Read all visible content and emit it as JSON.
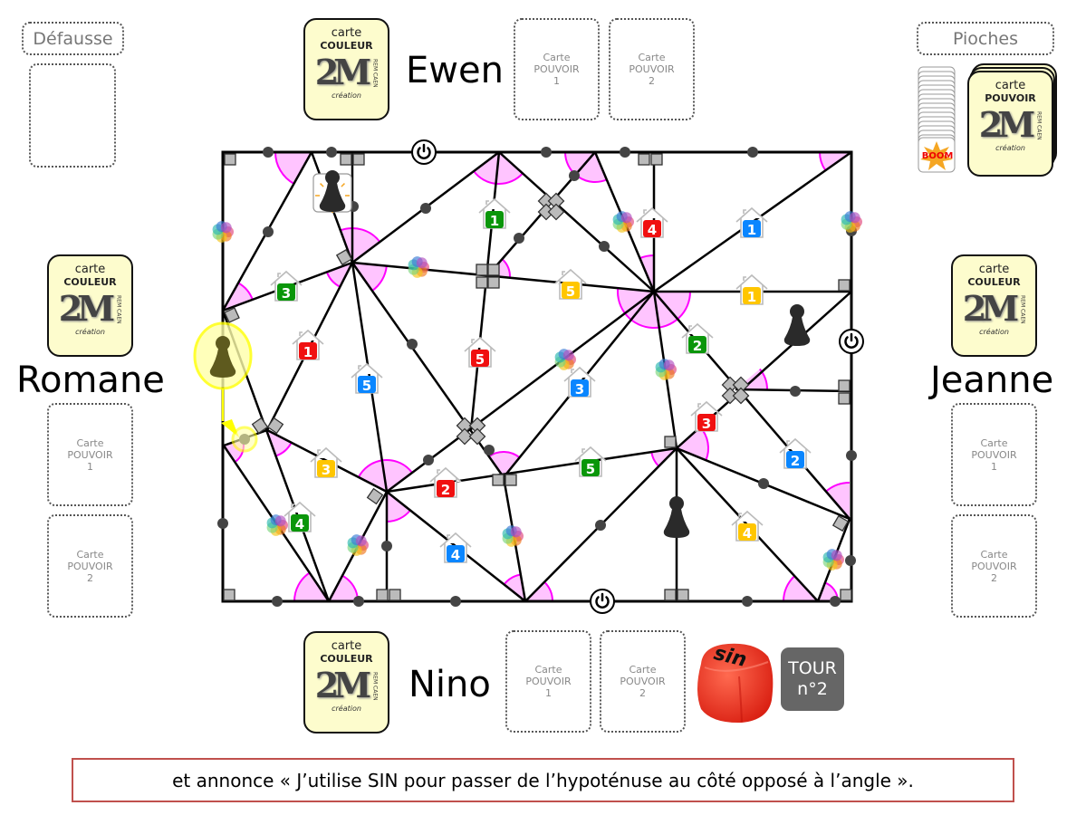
{
  "discard": {
    "label": "Défausse"
  },
  "draw_piles": {
    "label": "Pioches",
    "boom_label": "BOOM",
    "power_deck": {
      "line1": "carte",
      "line2": "POUVOIR"
    }
  },
  "card_logo": {
    "main": "2M",
    "sub": "création",
    "side": "REM CAEN"
  },
  "players": {
    "top": {
      "name": "Ewen",
      "color_card": {
        "line1": "carte",
        "line2": "COULEUR"
      },
      "power_cards": [
        {
          "line1": "Carte",
          "line2": "POUVOIR",
          "line3": "1"
        },
        {
          "line1": "Carte",
          "line2": "POUVOIR",
          "line3": "2"
        }
      ]
    },
    "left": {
      "name": "Romane",
      "color_card": {
        "line1": "carte",
        "line2": "COULEUR"
      },
      "power_cards": [
        {
          "line1": "Carte",
          "line2": "POUVOIR",
          "line3": "1"
        },
        {
          "line1": "Carte",
          "line2": "POUVOIR",
          "line3": "2"
        }
      ]
    },
    "right": {
      "name": "Jeanne",
      "color_card": {
        "line1": "carte",
        "line2": "COULEUR"
      },
      "power_cards": [
        {
          "line1": "Carte",
          "line2": "POUVOIR",
          "line3": "1"
        },
        {
          "line1": "Carte",
          "line2": "POUVOIR",
          "line3": "2"
        }
      ]
    },
    "bottom": {
      "name": "Nino",
      "color_card": {
        "line1": "carte",
        "line2": "COULEUR"
      },
      "power_cards": [
        {
          "line1": "Carte",
          "line2": "POUVOIR",
          "line3": "1"
        },
        {
          "line1": "Carte",
          "line2": "POUVOIR",
          "line3": "2"
        }
      ]
    }
  },
  "die": {
    "face": "sin",
    "color": "#f23a2a"
  },
  "turn": {
    "line1": "TOUR",
    "line2": "n°2"
  },
  "message": "et annonce « J’utilise SIN pour passer de l’hypoténuse au côté opposé à l’angle ».",
  "colors": {
    "green": "#0a960a",
    "red": "#f01010",
    "blue": "#0a86ff",
    "yellow": "#ffc600",
    "angle_fill": "#ffc4ff",
    "angle_stroke": "#ff00ff",
    "highlight": "#ffff00",
    "frame": "#c0504d"
  },
  "houses": [
    {
      "n": "1",
      "color": "green"
    },
    {
      "n": "4",
      "color": "red"
    },
    {
      "n": "1",
      "color": "blue"
    },
    {
      "n": "3",
      "color": "green"
    },
    {
      "n": "5",
      "color": "yellow"
    },
    {
      "n": "1",
      "color": "yellow"
    },
    {
      "n": "1",
      "color": "red"
    },
    {
      "n": "5",
      "color": "red"
    },
    {
      "n": "2",
      "color": "green"
    },
    {
      "n": "5",
      "color": "blue"
    },
    {
      "n": "3",
      "color": "blue"
    },
    {
      "n": "3",
      "color": "red"
    },
    {
      "n": "3",
      "color": "yellow"
    },
    {
      "n": "2",
      "color": "red"
    },
    {
      "n": "5",
      "color": "green"
    },
    {
      "n": "2",
      "color": "blue"
    },
    {
      "n": "4",
      "color": "green"
    },
    {
      "n": "4",
      "color": "blue"
    },
    {
      "n": "4",
      "color": "yellow"
    }
  ],
  "pawns": [
    {
      "color": "#2a2a2a",
      "selected": false,
      "tile": true
    },
    {
      "color": "#2a2a2a",
      "selected": false,
      "tile": false
    },
    {
      "color": "#2a2a2a",
      "selected": false,
      "tile": false
    },
    {
      "color": "#5e5a1e",
      "selected": true,
      "tile": false
    }
  ]
}
